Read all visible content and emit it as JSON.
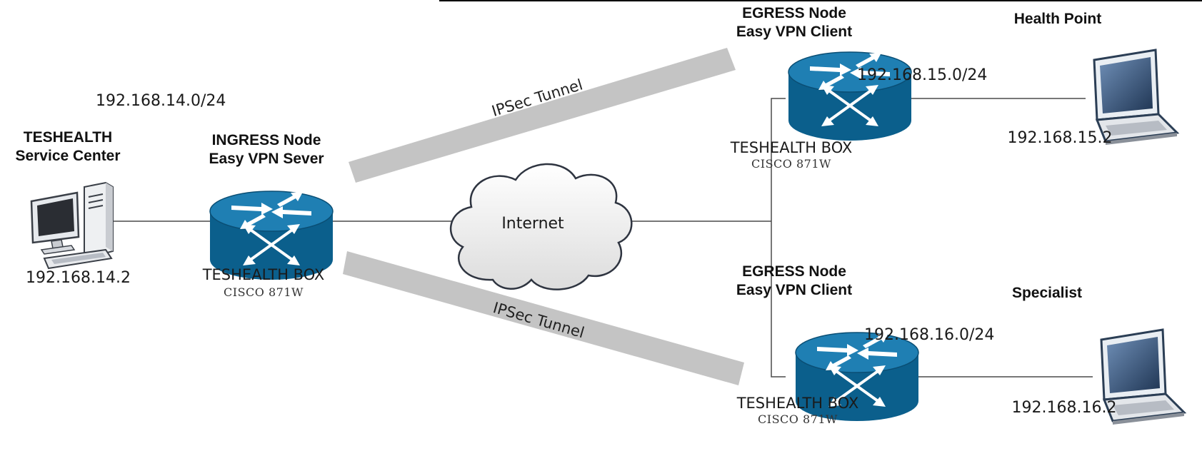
{
  "service_center": {
    "title": "TESHEALTH",
    "subtitle": "Service Center",
    "subnet": "192.168.14.0/24",
    "ip": "192.168.14.2"
  },
  "ingress": {
    "title": "INGRESS Node",
    "subtitle": "Easy VPN Sever",
    "box": "TESHEALTH BOX",
    "model": "CISCO 871W"
  },
  "internet": {
    "label": "Internet"
  },
  "tunnels": {
    "upper": "IPSec Tunnel",
    "lower": "IPSec Tunnel"
  },
  "egress_top": {
    "title": "EGRESS Node",
    "subtitle": "Easy VPN Client",
    "box": "TESHEALTH BOX",
    "model": "CISCO 871W",
    "subnet": "192.168.15.0/24"
  },
  "egress_bottom": {
    "title": "EGRESS Node",
    "subtitle": "Easy VPN Client",
    "box": "TESHEALTH BOX",
    "model": "CISCO 871W",
    "subnet": "192.168.16.0/24"
  },
  "health_point": {
    "title": "Health Point",
    "ip": "192.168.15.2"
  },
  "specialist": {
    "title": "Specialist",
    "ip": "192.168.16.2"
  },
  "colors": {
    "router_body": "#0b5f8c",
    "router_top": "#1f7fb3",
    "tunnel": "#c4c4c4",
    "link": "#4a4a4a"
  }
}
